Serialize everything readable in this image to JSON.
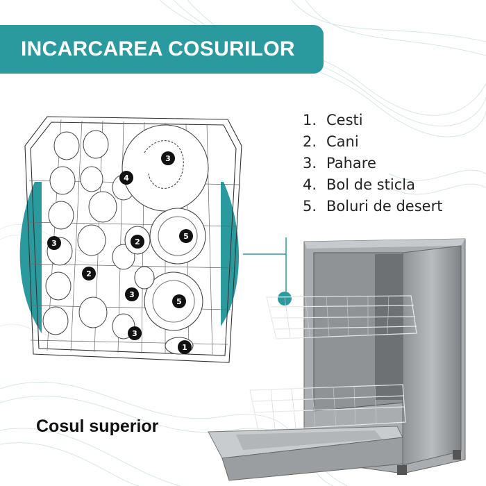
{
  "title": "INCARCAREA COSURILOR",
  "legend": [
    {
      "num": "1.",
      "label": "Cesti"
    },
    {
      "num": "2.",
      "label": "Cani"
    },
    {
      "num": "3.",
      "label": "Pahare"
    },
    {
      "num": "4.",
      "label": "Bol de sticla"
    },
    {
      "num": "5.",
      "label": "Boluri de desert"
    }
  ],
  "caption": "Cosul superior",
  "badges": {
    "b1": "1",
    "b2a": "2",
    "b2b": "2",
    "b3a": "3",
    "b3b": "3",
    "b3c": "3",
    "b3d": "3",
    "b4": "4",
    "b5a": "5",
    "b5b": "5"
  },
  "colors": {
    "accent": "#2b9a9e",
    "badge": "#111111"
  }
}
